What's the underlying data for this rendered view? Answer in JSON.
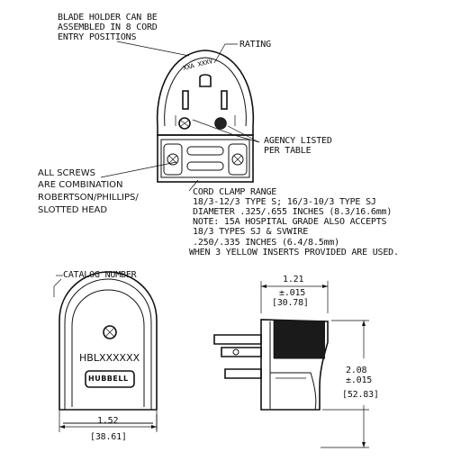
{
  "top_view": {
    "blade_holder_note": [
      "BLADE HOLDER CAN BE",
      "ASSEMBLED IN 8 CORD",
      "ENTRY POSITIONS"
    ],
    "rating_label": "RATING",
    "rating_marks": "XXA XXXV",
    "agency_label": [
      "AGENCY LISTED",
      "PER TABLE"
    ],
    "screws_note": [
      "ALL SCREWS",
      "ARE COMBINATION",
      "ROBERTSON/PHILLIPS/",
      "SLOTTED HEAD"
    ],
    "cord_clamp_note": [
      "CORD CLAMP RANGE",
      "18/3-12/3 TYPE S; 16/3-10/3 TYPE SJ",
      "DIAMETER .325/.655 INCHES (8.3/16.6mm)",
      "NOTE: 15A HOSPITAL GRADE ALSO ACCEPTS",
      "18/3 TYPES SJ & SVWIRE",
      ".250/.335 INCHES (6.4/8.5mm)",
      "WHEN 3 YELLOW INSERTS PROVIDED ARE USED."
    ]
  },
  "front_view": {
    "catalog_label": "CATALOG NUMBER",
    "catalog_value": "HBLXXXXXX",
    "brand": "HUBBELL",
    "width_in": "1.52",
    "width_mm": "[38.61]"
  },
  "side_view": {
    "width_in": "1.21",
    "width_tol": "±.015",
    "width_mm": "[30.78]",
    "height_in": "2.08",
    "height_tol": "±.015",
    "height_mm": "[52.83]"
  }
}
